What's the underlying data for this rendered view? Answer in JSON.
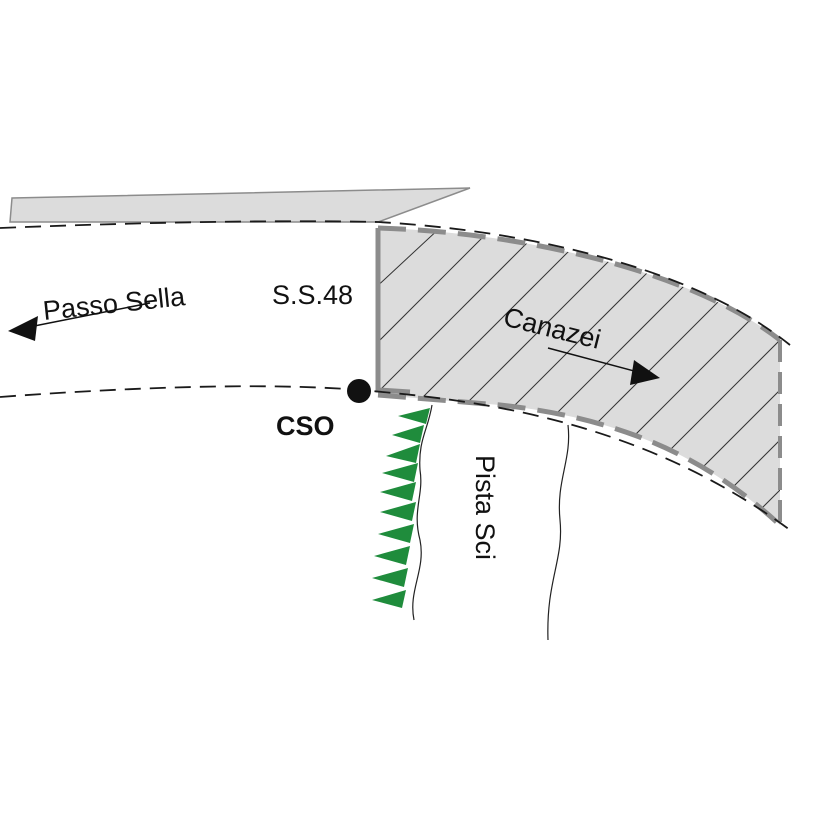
{
  "labels": {
    "passo_sella": "Passo Sella",
    "ss48": "S.S.48",
    "canazei": "Canazei",
    "cso": "CSO",
    "pista_sci": "Pista Sci"
  },
  "colors": {
    "zone_fill": "#dcdcdc",
    "zone_border": "#8c8c8c",
    "road_line": "#1a1a1a",
    "triangle_marks": "#1f8c3c",
    "point": "#111111"
  }
}
